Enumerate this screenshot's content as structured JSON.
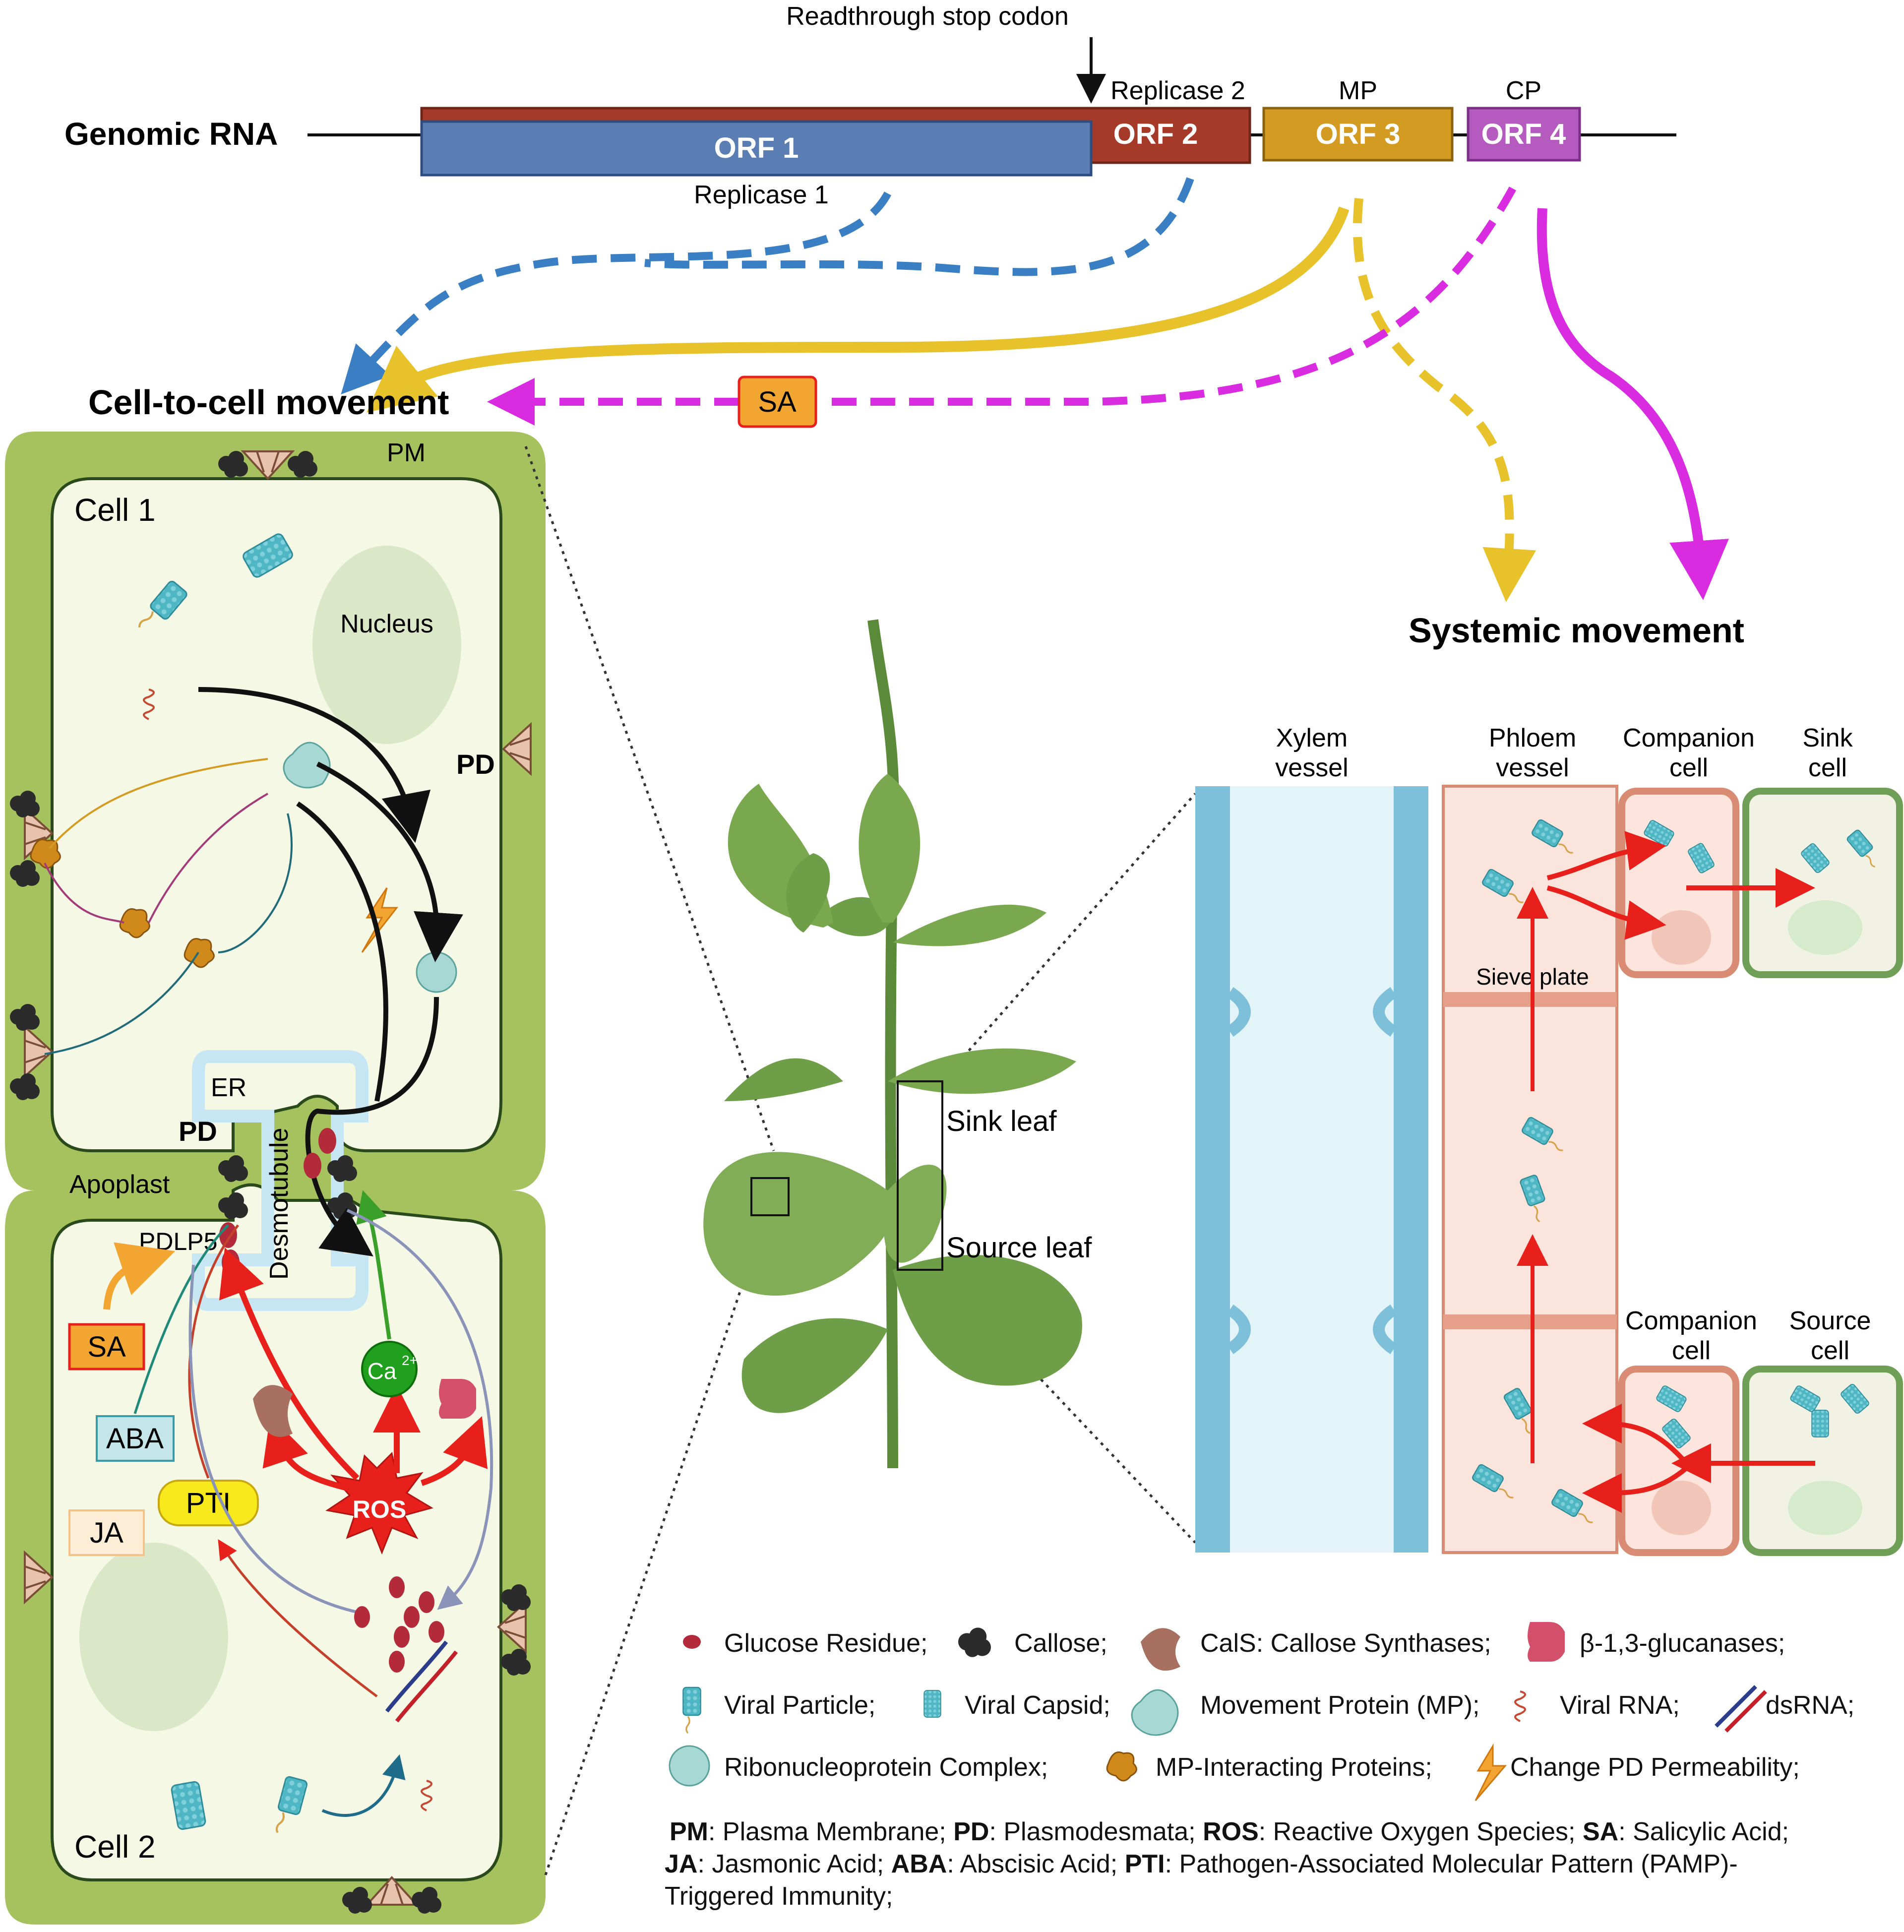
{
  "genome": {
    "title": "Genomic RNA",
    "readthrough_label": "Readthrough stop codon",
    "orf1": {
      "label": "ORF 1",
      "product": "Replicase 1",
      "color": "#5a7db3"
    },
    "orf2": {
      "label": "ORF 2",
      "product": "Replicase 2",
      "color": "#a63a28"
    },
    "orf3": {
      "label": "ORF 3",
      "product": "MP",
      "color": "#d39b22"
    },
    "orf4": {
      "label": "ORF 4",
      "product": "CP",
      "color": "#b55bbf"
    }
  },
  "movement": {
    "cell_to_cell": "Cell-to-cell movement",
    "systemic": "Systemic movement",
    "sa_badge": "SA"
  },
  "cells": {
    "pm": "PM",
    "cell1": "Cell 1",
    "cell2": "Cell 2",
    "nucleus": "Nucleus",
    "pd_right": "PD",
    "pd_center": "PD",
    "er": "ER",
    "desmotubule": "Desmotubule",
    "apoplast": "Apoplast",
    "pdlp5": "PDLP5",
    "sa": "SA",
    "aba": "ABA",
    "pti": "PTI",
    "ja": "JA",
    "ros": "ROS",
    "ca": "Ca",
    "ca_sup": "2+"
  },
  "plant": {
    "sink_leaf": "Sink leaf",
    "source_leaf": "Source leaf"
  },
  "vascular": {
    "xylem_1": "Xylem",
    "xylem_2": "vessel",
    "phloem_1": "Phloem",
    "phloem_2": "vessel",
    "companion_1": "Companion",
    "companion_2": "cell",
    "sink_1": "Sink",
    "sink_2": "cell",
    "sieve_plate": "Sieve plate",
    "companion_b1": "Companion",
    "companion_b2": "cell",
    "source_1": "Source",
    "source_2": "cell"
  },
  "legend": {
    "glucose": "Glucose Residue;",
    "callose": "Callose;",
    "cals": "CalS: Callose Synthases;",
    "glucanase": "β-1,3-glucanases;",
    "viral_particle": "Viral Particle;",
    "viral_capsid": "Viral Capsid;",
    "mp": "Movement Protein (MP);",
    "viral_rna": "Viral RNA;",
    "dsrna": "dsRNA;",
    "rnp": "Ribonucleoprotein Complex;",
    "mp_interacting": "MP-Interacting Proteins;",
    "pd_perm": "Change PD Permeability;"
  },
  "abbrev": {
    "line1": [
      {
        "k": "PM",
        "v": ": Plasma Membrane; "
      },
      {
        "k": "PD",
        "v": ": Plasmodesmata; "
      },
      {
        "k": "ROS",
        "v": ": Reactive Oxygen Species; "
      },
      {
        "k": "SA",
        "v": ": Salicylic Acid;"
      }
    ],
    "line2": [
      {
        "k": "JA",
        "v": ": Jasmonic Acid; "
      },
      {
        "k": "ABA",
        "v": ": Abscisic Acid; "
      },
      {
        "k": "PTI",
        "v": ": Pathogen-Associated Molecular Pattern (PAMP)-"
      }
    ],
    "line3": "Triggered Immunity;"
  },
  "colors": {
    "wall_green": "#a5c25e",
    "cytoplasm": "#f6f8e6",
    "blue_dash": "#3a7fc4",
    "yellow": "#e8c22a",
    "magenta": "#d92be0",
    "red_arrow": "#e8201c",
    "callose": "#2b2b2b",
    "capsid": "#4fb6c4",
    "xylem": "#7ec0d9",
    "phloem": "#fbe4dc",
    "phloem_border": "#d98c73",
    "sink_cell_border": "#6f9e57"
  }
}
